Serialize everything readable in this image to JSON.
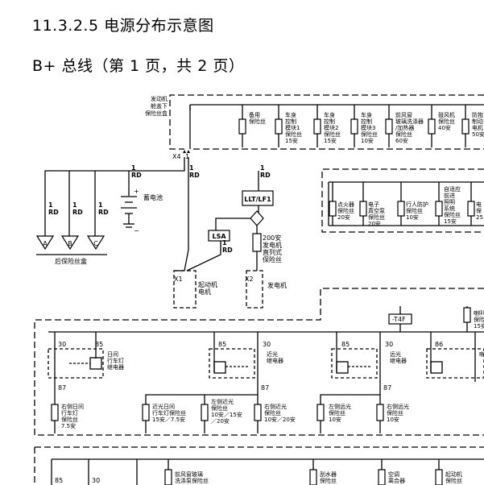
{
  "header": {
    "section_title": "11.3.2.5 电源分布示意图",
    "page_title": "B+ 总线（第 1 页，共 2 页）"
  },
  "wire_colors": {
    "rd": "RD"
  },
  "wire_gauges": {
    "g1": "1"
  },
  "underhood_box": {
    "label": [
      "发动机",
      "舱盖下",
      "保险丝盒"
    ],
    "fuses": [
      {
        "lines": [
          "备用",
          "保险丝"
        ]
      },
      {
        "lines": [
          "车身",
          "控制",
          "模块1",
          "保险丝",
          "15安"
        ]
      },
      {
        "lines": [
          "车身",
          "控制",
          "模块2",
          "保险丝",
          "15安"
        ]
      },
      {
        "lines": [
          "车身",
          "控制",
          "模块3",
          "保险丝",
          "10安"
        ]
      },
      {
        "lines": [
          "前风窗",
          "玻璃洗涤器",
          "/加热器",
          "保险丝",
          "60安"
        ]
      },
      {
        "lines": [
          "鼓风机",
          "保险丝",
          "40安"
        ]
      },
      {
        "lines": [
          "防抱",
          "制动",
          "电机",
          "50安"
        ]
      }
    ]
  },
  "connectors": {
    "x4": "X4",
    "x1": "X1",
    "x2": "X2",
    "t4f": "-T4F"
  },
  "pins": {
    "p1": "1",
    "p30": "30",
    "p85": "85",
    "p86": "86",
    "p87": "87"
  },
  "battery": {
    "label": "蓄电池",
    "plus": "+",
    "minus": "−"
  },
  "rear_box": {
    "label": "后保险丝盒",
    "terminals": [
      "A",
      "B",
      "C"
    ]
  },
  "lltlf1": {
    "label": "LLT/LF1"
  },
  "lsa": {
    "label": "LSA"
  },
  "fuse_200a": {
    "lines": [
      "200安",
      "发电机",
      "直列式",
      "保险丝"
    ]
  },
  "starter": {
    "lines": [
      "起动机",
      "电机"
    ]
  },
  "generator": {
    "label": "发电机"
  },
  "mid_box": {
    "fuses": [
      {
        "lines": [
          "点火器",
          "保险丝",
          "20安"
        ]
      },
      {
        "lines": [
          "电子",
          "真空泵",
          "保险丝",
          "20安"
        ]
      },
      {
        "lines": [
          "行人防护",
          "保险丝",
          "10安"
        ]
      },
      {
        "lines": [
          "自适应",
          "前进",
          "照明",
          "系统",
          "保险丝",
          "15安"
        ]
      },
      {
        "lines": [
          "电",
          "保",
          "25"
        ]
      }
    ]
  },
  "relays": [
    {
      "lines": [
        "日间",
        "行车灯",
        "继电器"
      ]
    },
    {
      "lines": [
        "近光",
        "继电器"
      ]
    },
    {
      "lines": [
        "远光",
        "继电器"
      ]
    },
    {
      "lines": [
        "喇"
      ]
    }
  ],
  "horn_fuse": {
    "lines": [
      "喇叭",
      "保险",
      "15安"
    ]
  },
  "lower_fuses": [
    {
      "lines": [
        "右侧日间",
        "行车灯",
        "保险丝",
        "7.5安"
      ]
    },
    {
      "lines": [
        "近光日间",
        "行车灯保险丝",
        "15安／7.5安"
      ]
    },
    {
      "lines": [
        "左侧近光",
        "保险丝",
        "10安／15安",
        "／20安"
      ]
    },
    {
      "lines": [
        "右侧近光",
        "保险丝",
        "10安／20安"
      ]
    },
    {
      "lines": [
        "左侧远光",
        "保险丝",
        "10安"
      ]
    },
    {
      "lines": [
        "右侧远光",
        "保险丝",
        "10安"
      ]
    }
  ],
  "bottom_row": {
    "fuses": [
      {
        "lines": [
          "前风窗玻璃",
          "洗涤泵保险丝"
        ]
      },
      {
        "lines": [
          "刮水器",
          "保险丝"
        ]
      },
      {
        "lines": [
          "空调",
          "离合器"
        ]
      },
      {
        "lines": [
          "起动机",
          "保险丝"
        ]
      }
    ]
  }
}
